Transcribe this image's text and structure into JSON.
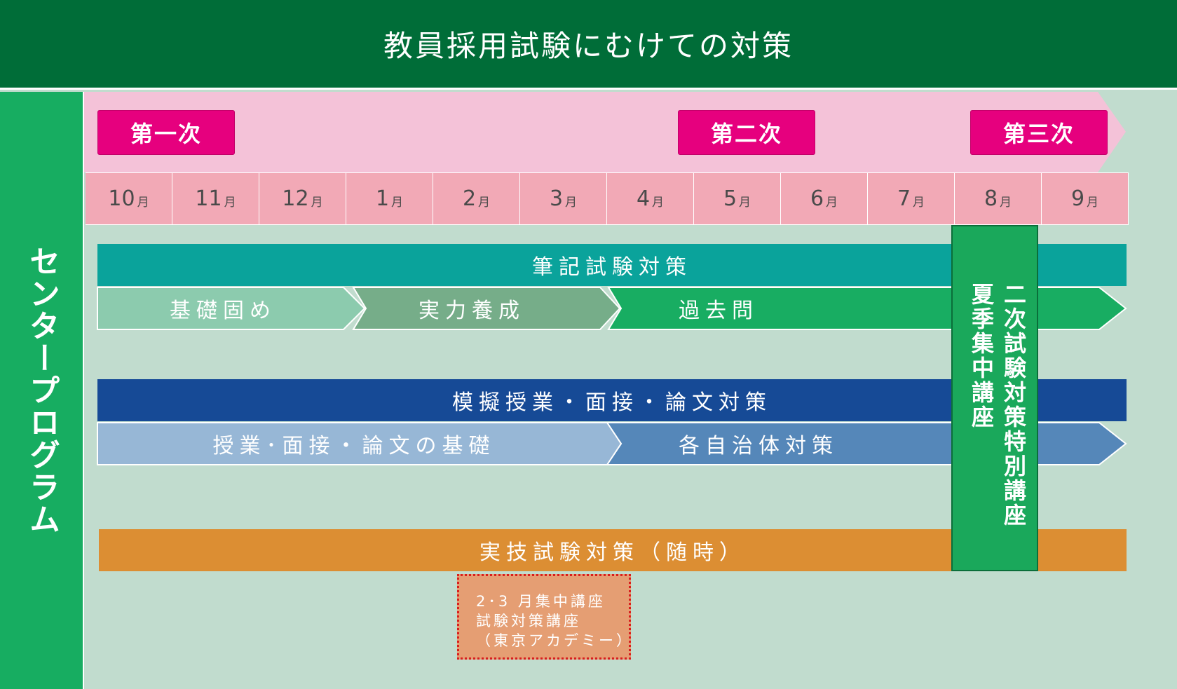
{
  "header": {
    "title": "教員採用試験にむけての対策"
  },
  "sidebar": {
    "label": "センタープログラム"
  },
  "phases": {
    "first": "第一次",
    "second": "第二次",
    "third": "第三次"
  },
  "months": [
    {
      "num": "10",
      "unit": "月"
    },
    {
      "num": "11",
      "unit": "月"
    },
    {
      "num": "12",
      "unit": "月"
    },
    {
      "num": "1",
      "unit": "月"
    },
    {
      "num": "2",
      "unit": "月"
    },
    {
      "num": "3",
      "unit": "月"
    },
    {
      "num": "4",
      "unit": "月"
    },
    {
      "num": "5",
      "unit": "月"
    },
    {
      "num": "6",
      "unit": "月"
    },
    {
      "num": "7",
      "unit": "月"
    },
    {
      "num": "8",
      "unit": "月"
    },
    {
      "num": "9",
      "unit": "月"
    }
  ],
  "written": {
    "title": "筆記試験対策",
    "stages": [
      "基礎固め",
      "実力養成",
      "過去問"
    ]
  },
  "mock": {
    "title": "模擬授業・面接・論文対策",
    "stages": [
      "授業･面接・論文の基礎",
      "各自治体対策"
    ]
  },
  "practical": {
    "title": "実技試験対策（随時）"
  },
  "summer": {
    "col_right": "二次試験対策特別講座",
    "col_left": "夏季集中講座"
  },
  "tokyo_box": {
    "line1": "2･3 月集中講座",
    "line2": "試験対策講座",
    "line3": "（東京アカデミー）"
  },
  "colors": {
    "header": "#006d38",
    "sidebar": "#17ad61",
    "phase_band": "#f4c2d8",
    "phase_tag": "#e6007e",
    "month": "#f2a9b6",
    "written": "#0aa39b",
    "stage1": "#8ccbae",
    "stage2": "#76ad89",
    "stage3": "#18ad62",
    "mock": "#164a96",
    "mock_stage1": "#97b7d6",
    "mock_stage2": "#5587b9",
    "practical": "#dc8e33",
    "summer": "#1aa85b",
    "tokyo": "#e59e73"
  }
}
